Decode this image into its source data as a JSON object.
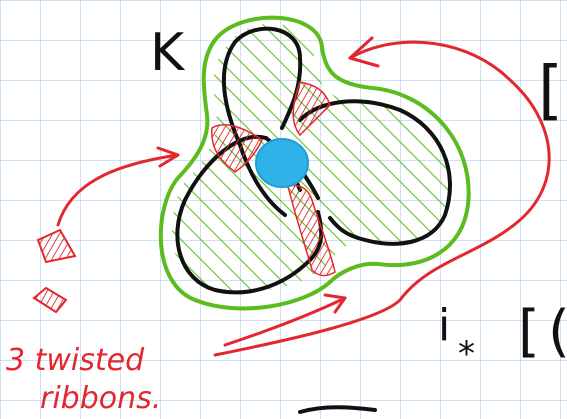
{
  "labels": {
    "knot": "K",
    "annotation_line1": "3 twisted",
    "annotation_line2": "ribbons.",
    "pushforward_symbol": "i",
    "pushforward_subscript": "*",
    "bracket_top": "[",
    "bracket_bottom": "[",
    "bracket_bottom_right": "("
  },
  "icons": {
    "ribbon_glyph_large": "ribbon-twist-icon",
    "ribbon_glyph_small": "ribbon-twist-small-icon"
  },
  "colors": {
    "grid": "#9cc3ea",
    "knot_black": "#111111",
    "surface_green": "#63bf2a",
    "boundary_green": "#5cbb1f",
    "ribbon_red": "#e3272f",
    "disk_blue": "#2fb2e8",
    "background": "#ffffff"
  }
}
